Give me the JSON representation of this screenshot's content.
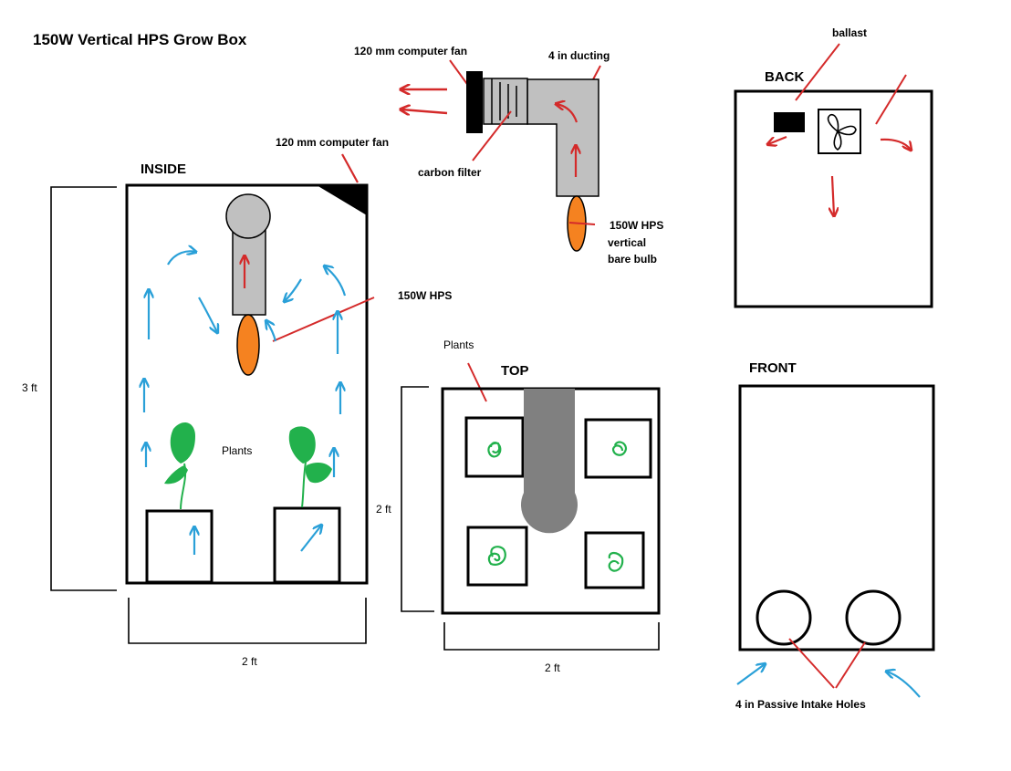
{
  "title": "150W Vertical HPS Grow Box",
  "views": {
    "inside": "INSIDE",
    "back": "BACK",
    "top": "TOP",
    "front": "FRONT"
  },
  "labels": {
    "fan_inside": "120 mm computer fan",
    "fan_exhaust": "120 mm computer fan",
    "ducting": "4 in ducting",
    "carbon_filter": "carbon filter",
    "hps_detail_1": "150W HPS",
    "hps_detail_2": "vertical",
    "hps_detail_3": "bare bulb",
    "hps_inside": "150W HPS",
    "plants_inside": "Plants",
    "plants_top": "Plants",
    "ballast": "ballast",
    "intake_holes": "4 in Passive Intake Holes"
  },
  "dimensions": {
    "inside_height": "3 ft",
    "inside_width": "2 ft",
    "top_depth": "2 ft",
    "top_width": "2 ft"
  },
  "colors": {
    "airflow_arrow": "#2aa0d8",
    "exhaust_arrow": "#d42a2a",
    "bulb": "#f58220",
    "duct": "#c0c0c0",
    "plant": "#22b14c",
    "outline": "#000000"
  }
}
